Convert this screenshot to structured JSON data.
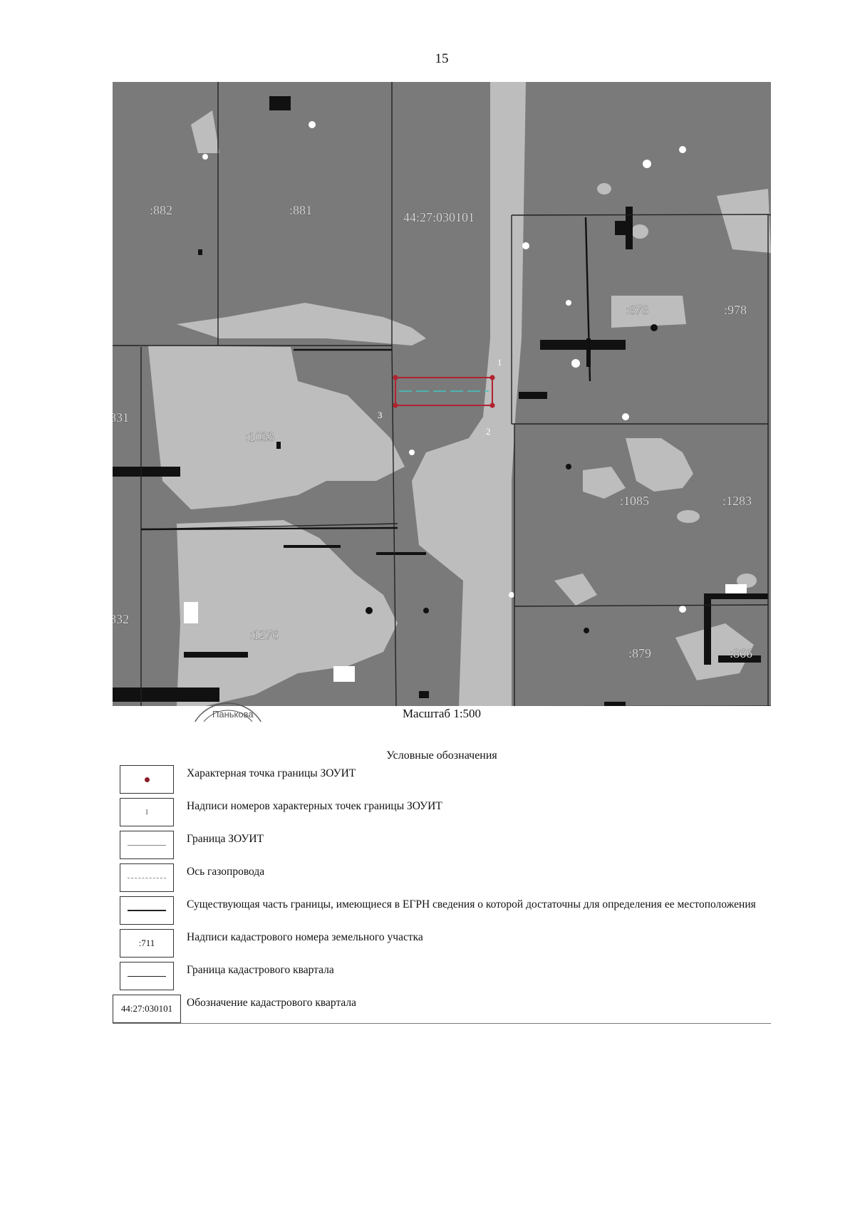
{
  "page_number": "15",
  "map": {
    "colors": {
      "background": "#7a7a7a",
      "light_area": "#bdbdbd",
      "dark": "#111111",
      "zone": "#b0232f",
      "gas": "#3cc7c2"
    },
    "labels": [
      {
        "id": "p882",
        "text": ":882"
      },
      {
        "id": "p881",
        "text": ":881"
      },
      {
        "id": "q030101",
        "text": "44:27:030101"
      },
      {
        "id": "p878",
        "text": ":878"
      },
      {
        "id": "p978",
        "text": ":978"
      },
      {
        "id": "p1033",
        "text": ":1033"
      },
      {
        "id": "p831",
        "text": "831"
      },
      {
        "id": "p1085",
        "text": ":1085"
      },
      {
        "id": "p1283",
        "text": ":1283"
      },
      {
        "id": "p832",
        "text": "832"
      },
      {
        "id": "p1276",
        "text": ":1276"
      },
      {
        "id": "p879",
        "text": ":879"
      },
      {
        "id": "p866",
        "text": ":866"
      }
    ],
    "points": [
      {
        "id": "pt1",
        "text": "1"
      },
      {
        "id": "pt2",
        "text": "2"
      },
      {
        "id": "pt3",
        "text": "3"
      }
    ],
    "stamp_text": "Панькова",
    "scale": "Масштаб 1:500"
  },
  "legend": {
    "title": "Условные обозначения",
    "items": [
      {
        "symbol": "dot",
        "label": "Характерная точка границы ЗОУИТ"
      },
      {
        "symbol": "number",
        "symbol_text": "1",
        "label": "Надписи номеров характерных точек границы ЗОУИТ"
      },
      {
        "symbol": "line",
        "label": "Граница ЗОУИТ"
      },
      {
        "symbol": "dash",
        "label": "Ось газопровода"
      },
      {
        "symbol": "black-line",
        "label": "Существующая часть границы, имеющиеся в ЕГРН сведения о которой достаточны для определения ее местоположения"
      },
      {
        "symbol": "cadastral",
        "symbol_text": ":711",
        "label": "Надписи кадастрового номера земельного участка"
      },
      {
        "symbol": "thin-line",
        "label": "Граница кадастрового квартала"
      },
      {
        "symbol": "quarter",
        "symbol_text": "44:27:030101",
        "label": "Обозначение кадастрового квартала"
      }
    ]
  }
}
